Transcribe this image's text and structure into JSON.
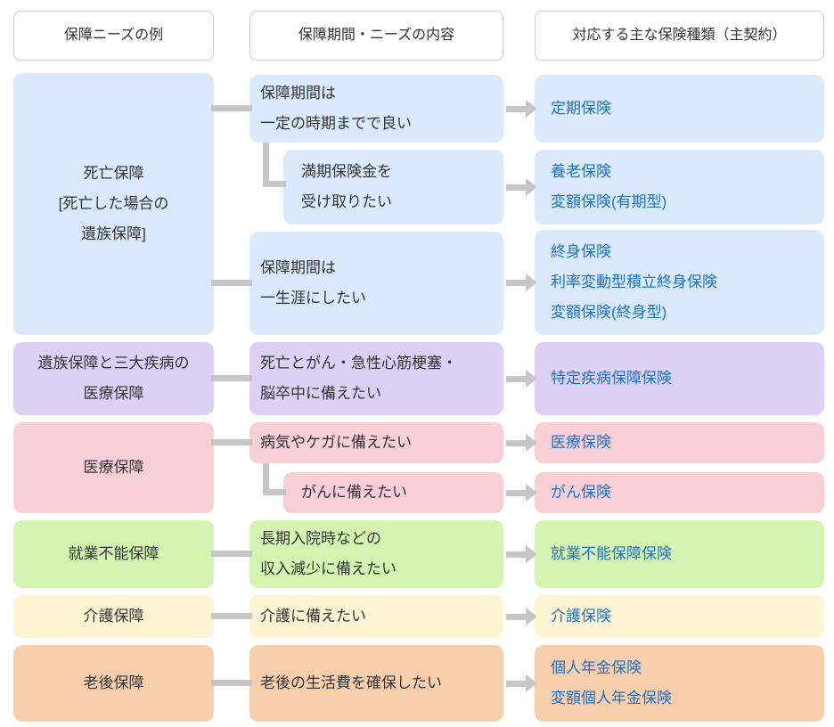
{
  "headers": {
    "needs": "保障ニーズの例",
    "content": "保障期間・ニーズの内容",
    "types": "対応する主な保険種類（主契約）"
  },
  "rows": {
    "death": {
      "need": "死亡保障\n[死亡した場合の\n遺族保障]",
      "content_fixed_term": "保障期間は\n一定の時期までで良い",
      "content_maturity": "満期保険金を\n受け取りたい",
      "content_whole_life": "保障期間は\n一生涯にしたい",
      "type_term": "定期保険",
      "type_endowment": "養老保険\n変額保険(有期型)",
      "type_whole_life": "終身保険\n利率変動型積立終身保険\n変額保険(終身型)"
    },
    "family_illness": {
      "need": "遺族保障と三大疾病の\n医療保障",
      "content": "死亡とがん・急性心筋梗塞・\n脳卒中に備えたい",
      "type": "特定疾病保障保険"
    },
    "medical": {
      "need": "医療保障",
      "content_sickness_injury": "病気やケガに備えたい",
      "content_cancer": "がんに備えたい",
      "type_medical": "医療保険",
      "type_cancer": "がん保険"
    },
    "work_disability": {
      "need": "就業不能保障",
      "content": "長期入院時などの\n収入減少に備えたい",
      "type": "就業不能保障保険"
    },
    "nursing_care": {
      "need": "介護保障",
      "content": "介護に備えたい",
      "type": "介護保険"
    },
    "retirement": {
      "need": "老後保障",
      "content": "老後の生活費を確保したい",
      "type": "個人年金保険\n変額個人年金保険"
    }
  },
  "colors": {
    "death_bg": "#daeafc",
    "family_illness_bg": "#dcd0f4",
    "medical_bg": "#f8ced7",
    "work_disability_bg": "#d5f4b2",
    "nursing_care_bg": "#fcf4d3",
    "retirement_bg": "#f7cfad",
    "type_text": "#1f72c6",
    "connector": "#c6c6c6",
    "header_border": "#c9c9c9",
    "body_text": "#333333"
  }
}
